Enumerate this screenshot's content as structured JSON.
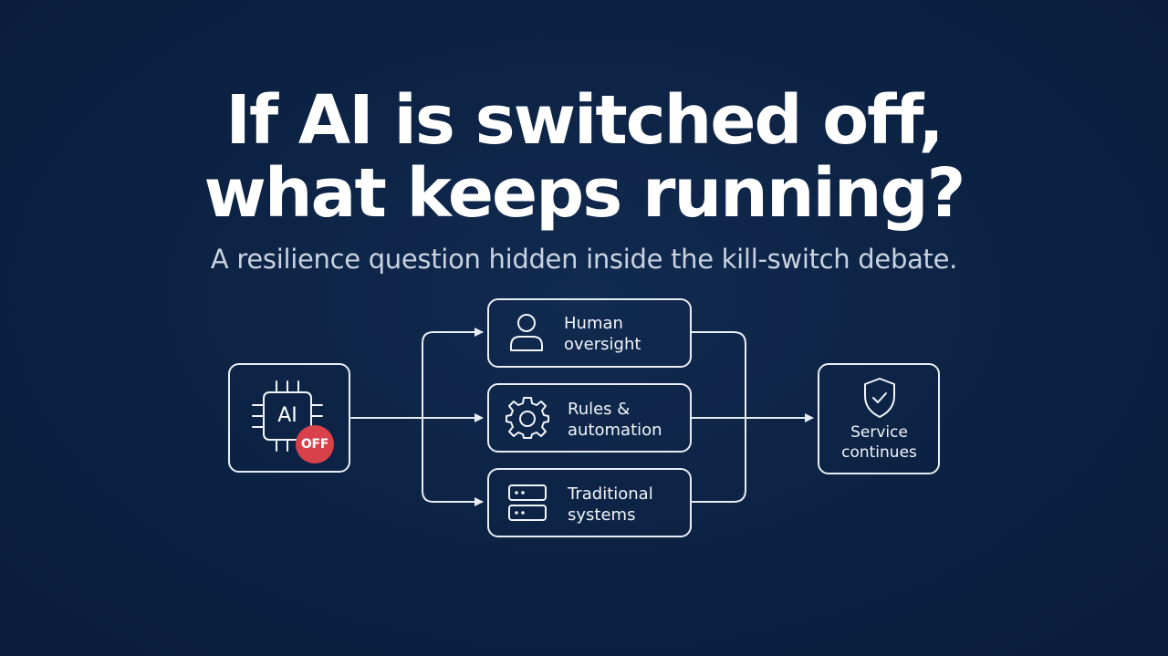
{
  "title": {
    "line1": "If AI is switched off,",
    "line2": "what keeps running?"
  },
  "subtitle": "A resilience question hidden inside the kill-switch debate.",
  "source": {
    "label": "AI",
    "badge": "OFF",
    "icon": "chip-icon",
    "badge_color": "#d9414a"
  },
  "fallbacks": [
    {
      "line1": "Human",
      "line2": "oversight",
      "icon": "person-icon"
    },
    {
      "line1": "Rules &",
      "line2": "automation",
      "icon": "gear-icon"
    },
    {
      "line1": "Traditional",
      "line2": "systems",
      "icon": "server-icon"
    }
  ],
  "outcome": {
    "line1": "Service",
    "line2": "continues",
    "icon": "shield-check-icon"
  },
  "colors": {
    "background": "#0c2243",
    "stroke": "#e9edf4",
    "subtitle": "#c9d2e0"
  }
}
